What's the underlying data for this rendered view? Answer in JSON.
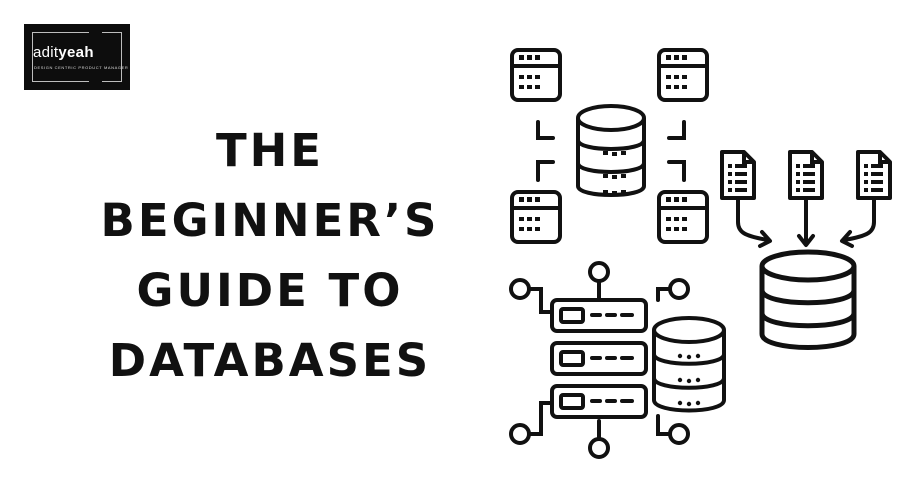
{
  "logo": {
    "prefix": "adit",
    "highlight": "yeah",
    "tagline": "DESIGN CENTRIC PRODUCT MANAGER",
    "colors": {
      "background": "#0d0d0d",
      "text": "#ffffff"
    }
  },
  "title": {
    "lines": [
      "THE",
      "BEGINNER’S",
      "GUIDE TO",
      "DATABASES"
    ],
    "color": "#111111"
  },
  "illustrations": [
    {
      "icon": "database-network-icon"
    },
    {
      "icon": "documents-to-database-icon"
    },
    {
      "icon": "server-rack-database-icon"
    }
  ]
}
